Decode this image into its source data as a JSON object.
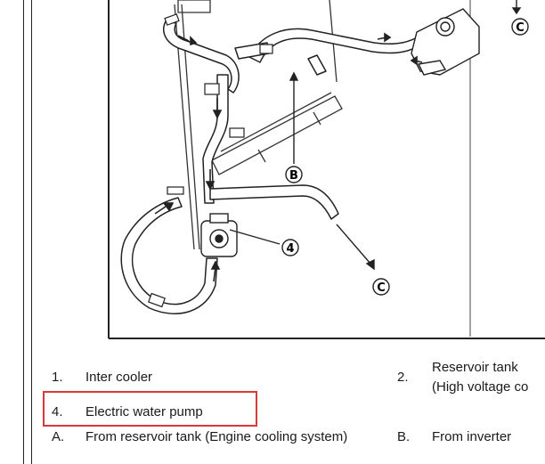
{
  "callouts": {
    "c_top": "C",
    "b": "B",
    "four": "4",
    "c_bottom": "C"
  },
  "legend": {
    "row1": {
      "num": "1.",
      "text": "Inter cooler",
      "num2": "2.",
      "text2_line1": "Reservoir tank",
      "text2_line2": "(High voltage co"
    },
    "row2": {
      "num": "4.",
      "text": "Electric water pump"
    },
    "row3": {
      "num": "A.",
      "text": "From reservoir tank (Engine cooling system)",
      "num2": "B.",
      "text2": "From inverter"
    }
  },
  "colors": {
    "highlight": "#d83a3a",
    "line": "#222222",
    "hose_fill": "#ffffff"
  }
}
